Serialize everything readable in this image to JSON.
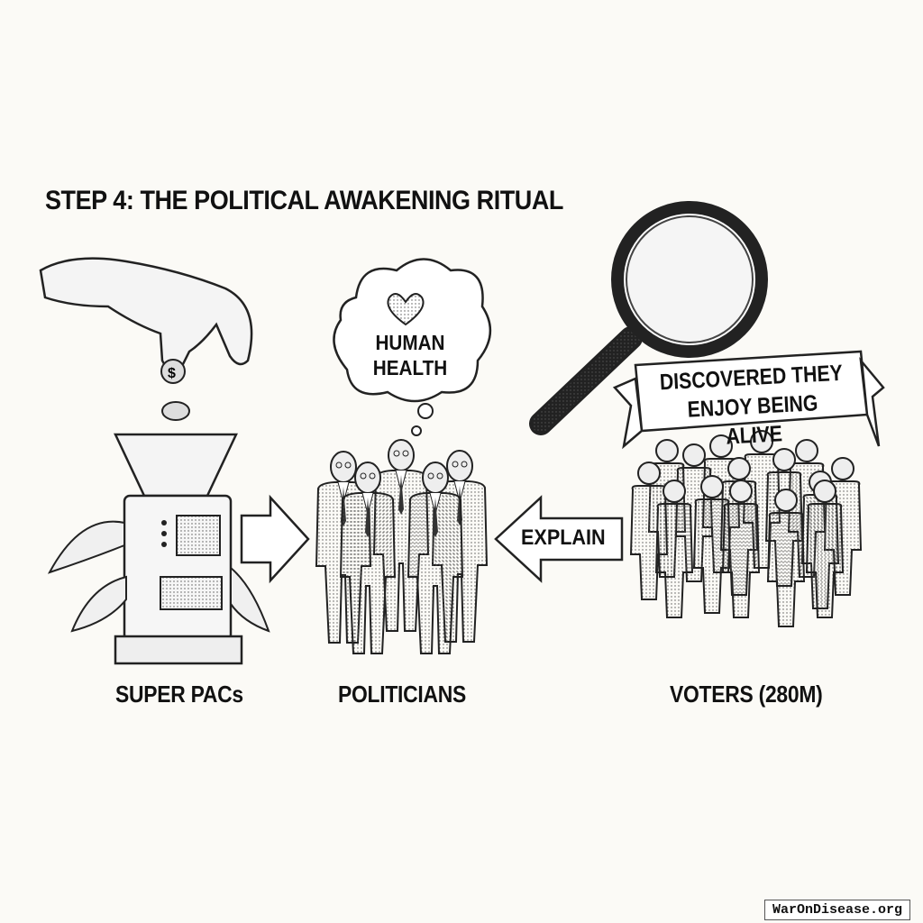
{
  "title": "STEP 4: THE POLITICAL AWAKENING RITUAL",
  "thought_bubble": {
    "line1": "HUMAN",
    "line2": "HEALTH"
  },
  "explain_arrow": "EXPLAIN",
  "banner": {
    "line1": "DISCOVERED THEY",
    "line2": "ENJOY BEING ALIVE"
  },
  "labels": {
    "super_pacs": "SUPER PACs",
    "politicians": "POLITICIANS",
    "voters": "VOTERS (280M)"
  },
  "watermark": "WarOnDisease.org",
  "coin_symbol": "$"
}
